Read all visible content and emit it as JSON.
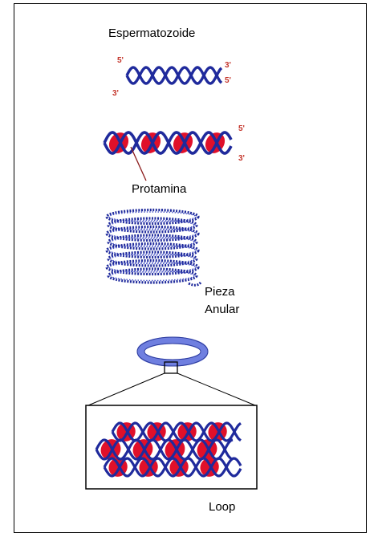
{
  "labels": {
    "title": "Espermatozoide",
    "protamina": "Protamina",
    "pieza_line1": "Pieza",
    "pieza_line2": "Anular",
    "loop": "Loop"
  },
  "strand_ends": {
    "five_prime": "5'",
    "three_prime": "3'"
  },
  "colors": {
    "dna_strand": "#1f2a9c",
    "protamine": "#e0102a",
    "ring": "#6f7fe0",
    "end_label": "#c4362c",
    "outline": "#000000"
  }
}
